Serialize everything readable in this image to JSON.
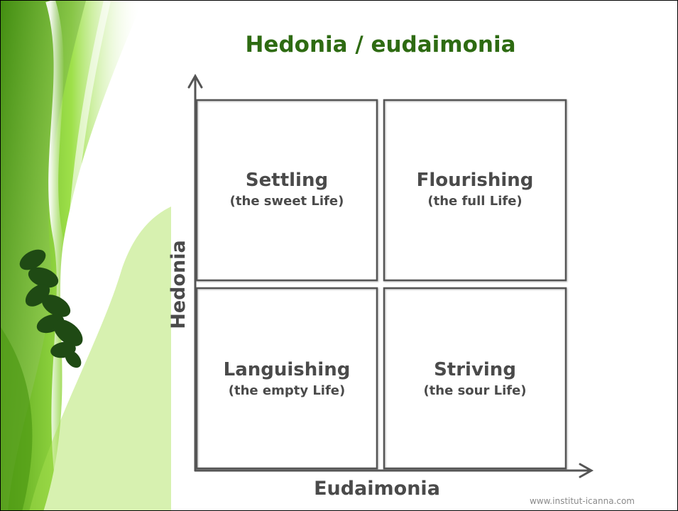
{
  "title": "Hedonia / eudaimonia",
  "axes": {
    "x_label": "Eudaimonia",
    "y_label": "Hedonia"
  },
  "quadrants": {
    "top_left": {
      "title": "Settling",
      "subtitle": "(the sweet Life)"
    },
    "top_right": {
      "title": "Flourishing",
      "subtitle": "(the full Life)"
    },
    "bottom_left": {
      "title": "Languishing",
      "subtitle": "(the empty Life)"
    },
    "bottom_right": {
      "title": "Striving",
      "subtitle": "(the sour Life)"
    }
  },
  "source": "www.institut-icanna.com",
  "colors": {
    "title": "#2e6b12",
    "text": "#4a4a4a",
    "lines": "#555555",
    "leaf_green": "#7cc62a",
    "dark_leaf": "#1f4a14"
  },
  "decoration": "green-leaf-swirl"
}
